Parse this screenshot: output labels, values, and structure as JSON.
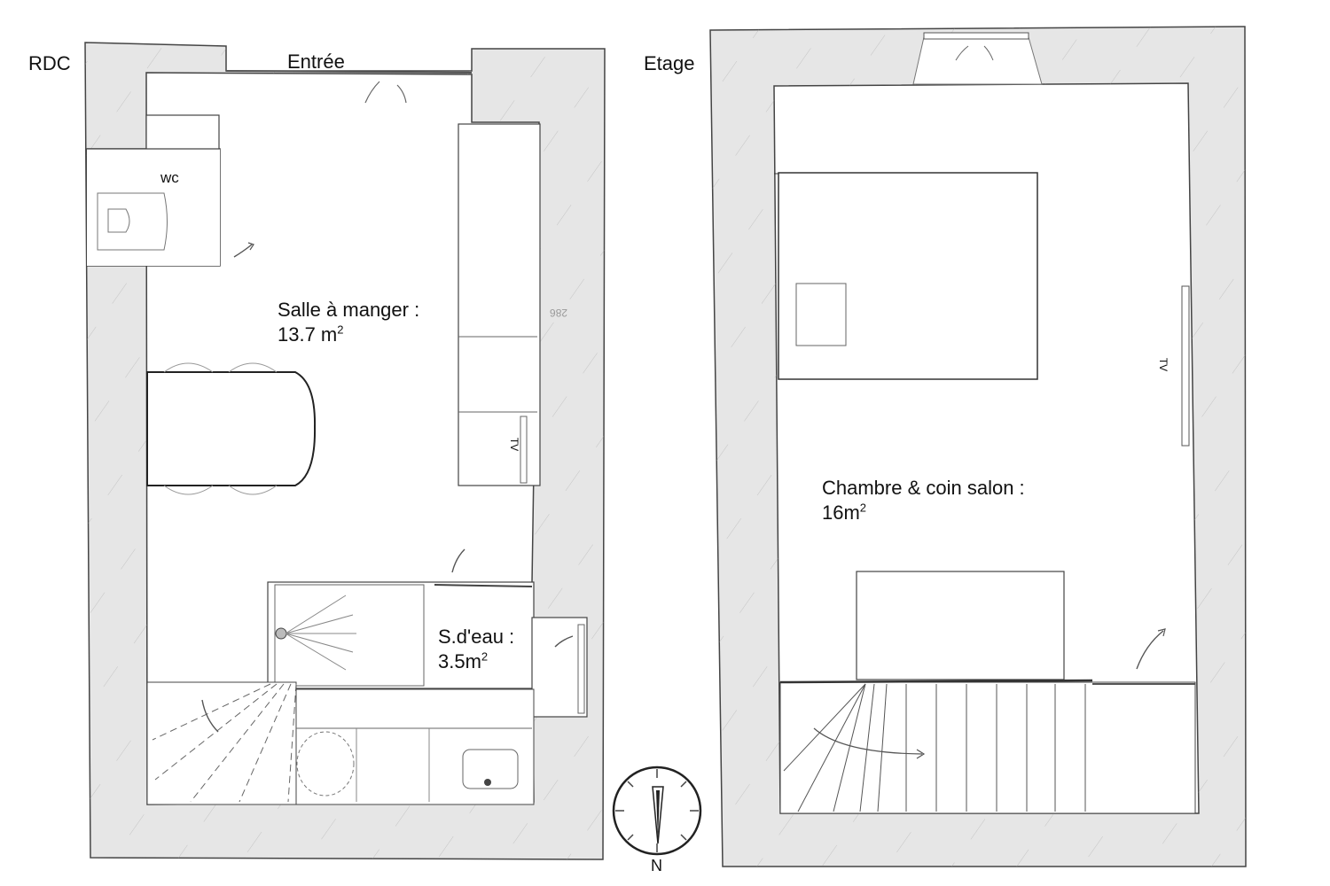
{
  "plan": {
    "ground_floor": {
      "title": "RDC",
      "entrance_label": "Entrée",
      "rooms": {
        "wc": {
          "name": "WC"
        },
        "dining": {
          "name": "Salle à manger :",
          "area_value": "13.7 m",
          "area_sup": "2"
        },
        "shower": {
          "name": "S.d'eau :",
          "area_value": "3.5m",
          "area_sup": "2"
        }
      },
      "tv_label": "TV",
      "dimension_note": "286"
    },
    "upper_floor": {
      "title": "Etage",
      "rooms": {
        "bedroom": {
          "name": "Chambre & coin salon :",
          "area_value": "16m",
          "area_sup": "2"
        }
      },
      "tv_label": "TV"
    },
    "compass": {
      "label": "N"
    }
  },
  "colors": {
    "wall_fill": "#e6e6e6",
    "line": "#555555",
    "hatch": "#9a9a9a"
  },
  "icons": [
    "door-swing-icon",
    "toilet-icon",
    "shower-icon",
    "sink-icon",
    "compass-icon",
    "stair-icon",
    "bed-icon",
    "sofa-icon",
    "window-icon"
  ]
}
